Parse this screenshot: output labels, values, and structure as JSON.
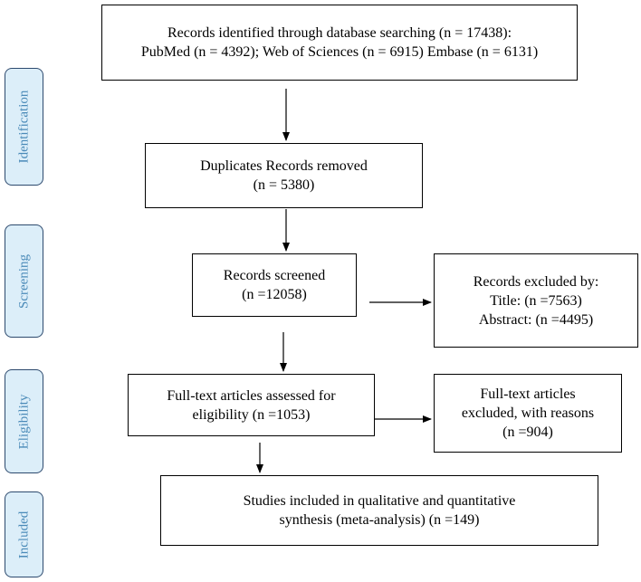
{
  "stages": {
    "identification": "Identification",
    "screening": "Screening",
    "eligibility": "Eligibility",
    "included": "Included"
  },
  "boxes": {
    "identified": {
      "line1": "Records identified through database searching (n = 17438):",
      "line2": "PubMed (n = 4392); Web of Sciences (n = 6915) Embase (n = 6131)"
    },
    "duplicates": {
      "line1": "Duplicates Records removed",
      "line2": "(n = 5380)"
    },
    "screened": {
      "line1": "Records screened",
      "line2": "(n =12058)"
    },
    "excluded": {
      "line1": "Records excluded by:",
      "line2": "Title: (n =7563)",
      "line3": "Abstract: (n =4495)"
    },
    "fulltext": {
      "line1": "Full-text articles assessed for",
      "line2": "eligibility (n =1053)"
    },
    "fulltext_excluded": {
      "line1": "Full-text articles",
      "line2": "excluded, with reasons",
      "line3": "(n =904)"
    },
    "included": {
      "line1": "Studies included in qualitative and quantitative",
      "line2": "synthesis (meta-analysis) (n =149)"
    }
  },
  "colors": {
    "stage_fill": "#dceef9",
    "stage_border": "#2d4a6e",
    "stage_text": "#4a8ab8"
  }
}
